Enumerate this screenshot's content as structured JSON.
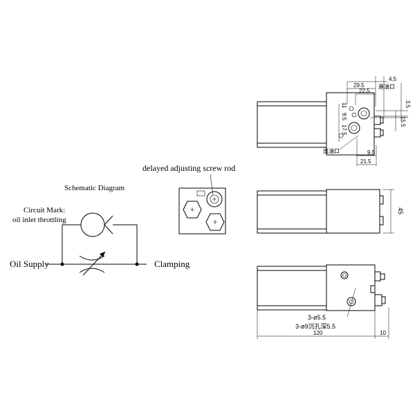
{
  "colors": {
    "stroke": "#000000",
    "background": "#ffffff"
  },
  "schematic": {
    "title": "Schematic Diagram",
    "circuit_mark_line1": "Circuit Mark:",
    "circuit_mark_line2": "oil inlet throttling",
    "oil_supply": "Oil Supply",
    "clamping": "Clamping"
  },
  "section_view": {
    "screw_label": "delayed adjusting screw rod"
  },
  "top_view": {
    "dims": {
      "d4_5": "4.5",
      "d29_5": "29.5",
      "d22_5": "22.5",
      "d3_5": "3.5",
      "v11": "11",
      "v9_5": "9.5",
      "v17_5": "17.5",
      "d15_5": "15.5",
      "d9_5": "9.5",
      "d21_5": "21.5"
    },
    "inlet_label": "進油口",
    "outlet_label": "出油口"
  },
  "front_view": {
    "dims": {
      "height": "45"
    }
  },
  "bottom_view": {
    "holes_line1": "3-ø5.5",
    "holes_line2": "3-ø9沉孔深5.5",
    "dims": {
      "length": "120",
      "ext": "10"
    }
  }
}
